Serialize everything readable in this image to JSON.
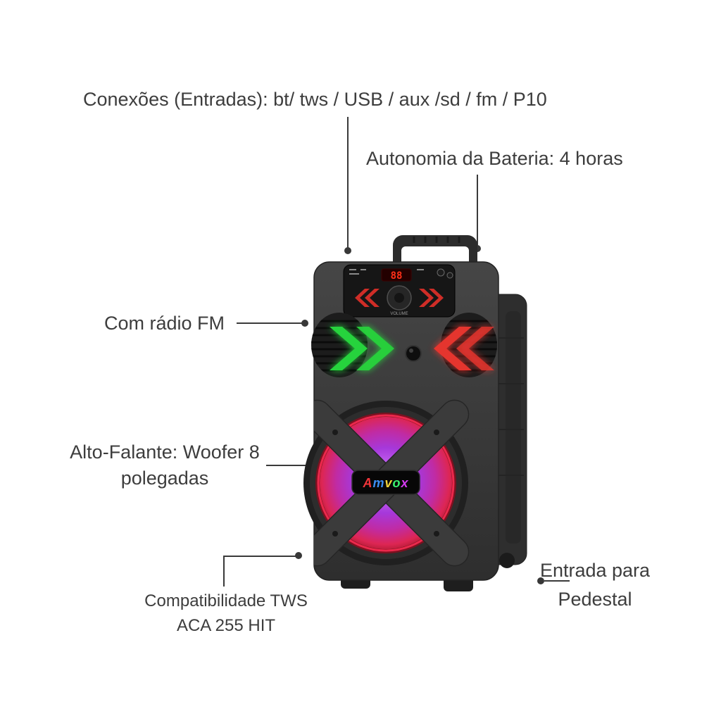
{
  "annotations": {
    "connections": "Conexões (Entradas): bt/ tws / USB / aux /sd / fm / P10",
    "battery": "Autonomia da Bateria: 4 horas",
    "fm_radio": "Com rádio FM",
    "woofer": "Alto-Falante: Woofer 8 polegadas",
    "tws": "Compatibilidade TWS ACA 255 HIT",
    "pedestal": "Entrada para Pedestal"
  },
  "speaker": {
    "brand": "Amvox",
    "display_text": "88",
    "volume_label": "VOLUME",
    "logo_letters": [
      {
        "ch": "A",
        "color": "#f2353a"
      },
      {
        "ch": "m",
        "color": "#3a8df2"
      },
      {
        "ch": "v",
        "color": "#f2d53a"
      },
      {
        "ch": "o",
        "color": "#3af26e"
      },
      {
        "ch": "x",
        "color": "#d53af2"
      }
    ],
    "colors": {
      "body": "#3a3a3a",
      "led_arrow_green": "#27d33c",
      "led_arrow_red": "#e5342e",
      "woofer_glow_purple": "#b44df0",
      "woofer_ring_red": "#e02552",
      "display_red": "#ff3018"
    }
  }
}
